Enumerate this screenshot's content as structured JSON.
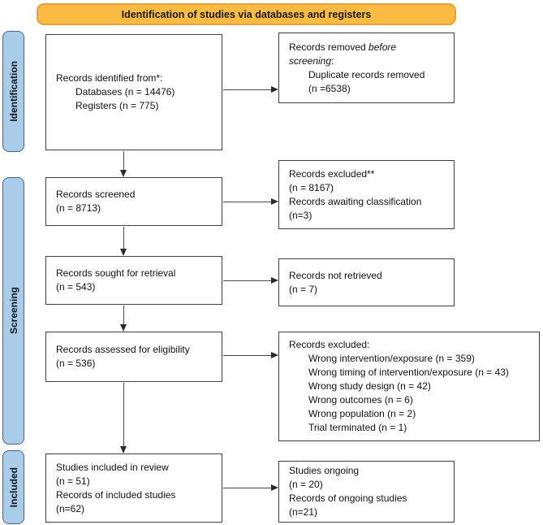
{
  "title_banner": {
    "label": "Identification of studies via databases and registers"
  },
  "stages": {
    "identification": "Identification",
    "screening": "Screening",
    "included": "Included"
  },
  "colors": {
    "banner_fill": "#fbba42",
    "banner_border": "#e8a23b",
    "stage_fill": "#a9cce9",
    "stage_border": "#44658c",
    "box_border": "#3f3f3f",
    "arrow": "#3f3f3f"
  },
  "boxes": {
    "identified": {
      "lines": [
        "Records identified from*:",
        "Databases (n = 14476)",
        "Registers (n = 775)"
      ]
    },
    "removed": {
      "l0_normal": "Records removed ",
      "l0_italic": "before",
      "l1_italic": "screening",
      "l1_normal": ":",
      "lines": [
        "Duplicate records removed",
        "(n =6538)"
      ]
    },
    "screened": {
      "lines": [
        "Records screened",
        "(n = 8713)"
      ]
    },
    "excluded_screen": {
      "lines": [
        "Records excluded**",
        "(n = 8167)",
        "Records awaiting classification",
        "(n=3)"
      ]
    },
    "sought": {
      "lines": [
        "Records sought for retrieval",
        "(n = 543)"
      ]
    },
    "not_retrieved": {
      "lines": [
        "Records not retrieved",
        "(n = 7)"
      ]
    },
    "assessed": {
      "lines": [
        "Records assessed for eligibility",
        "(n = 536)"
      ]
    },
    "excluded_eligibility": {
      "lines": [
        "Records excluded:",
        "Wrong intervention/exposure (n = 359)",
        "Wrong timing of intervention/exposure (n = 43)",
        "Wrong study design (n = 42)",
        "Wrong outcomes (n = 6)",
        "Wrong population (n = 2)",
        "Trial terminated (n = 1)"
      ]
    },
    "included_review": {
      "lines": [
        "Studies included in review",
        "(n = 51)",
        "Records of included studies",
        "(n=62)"
      ]
    },
    "ongoing": {
      "lines": [
        "Studies ongoing",
        "(n = 20)",
        "Records of ongoing studies",
        "(n=21)"
      ]
    }
  }
}
